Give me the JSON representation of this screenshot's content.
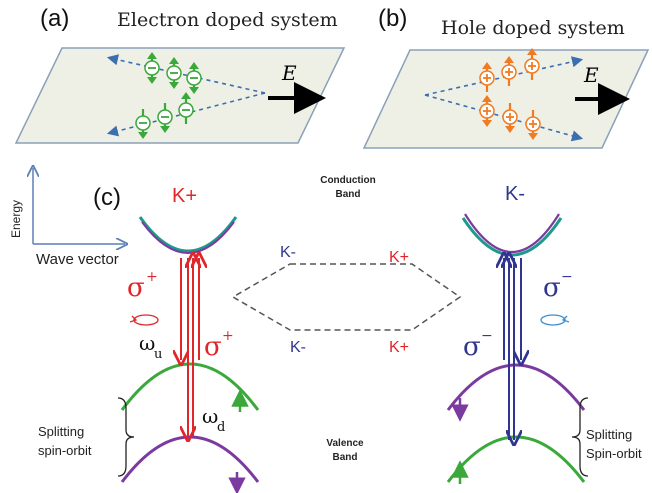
{
  "panel_a": {
    "label": "(a)",
    "title": "Electron doped system",
    "field": "E",
    "carrier_sign": "−"
  },
  "panel_b": {
    "label": "(b)",
    "title": "Hole doped system",
    "field": "E",
    "carrier_sign": "+"
  },
  "panel_c": {
    "label": "(c)",
    "axis_y": "Energy",
    "axis_x": "Wave vector",
    "conduction": [
      "Conduction",
      "Band"
    ],
    "valence": [
      "Valence",
      "Band"
    ],
    "valley_left": "K+",
    "valley_right": "K-",
    "hex_labels": {
      "top_left": "K-",
      "top_right": "K+",
      "bottom_left": "K-",
      "bottom_right": "K+"
    },
    "sigma_plus": "σ",
    "sigma_minus": "σ",
    "sup_plus": "+",
    "sup_minus": "−",
    "omega": "ω",
    "omega_u_sub": "u",
    "omega_d_sub": "d",
    "split_left": [
      "Splitting",
      "spin-orbit"
    ],
    "split_right": [
      "Splitting",
      "Spin-orbit"
    ]
  },
  "colors": {
    "green": "#3aa83a",
    "orange": "#f07b22",
    "red": "#e0262b",
    "blue": "#2f3590",
    "purple": "#7b3aa0",
    "teal": "#1e9a8a",
    "plane": "#eef0e6",
    "dash_blue": "#3b6fb0"
  }
}
